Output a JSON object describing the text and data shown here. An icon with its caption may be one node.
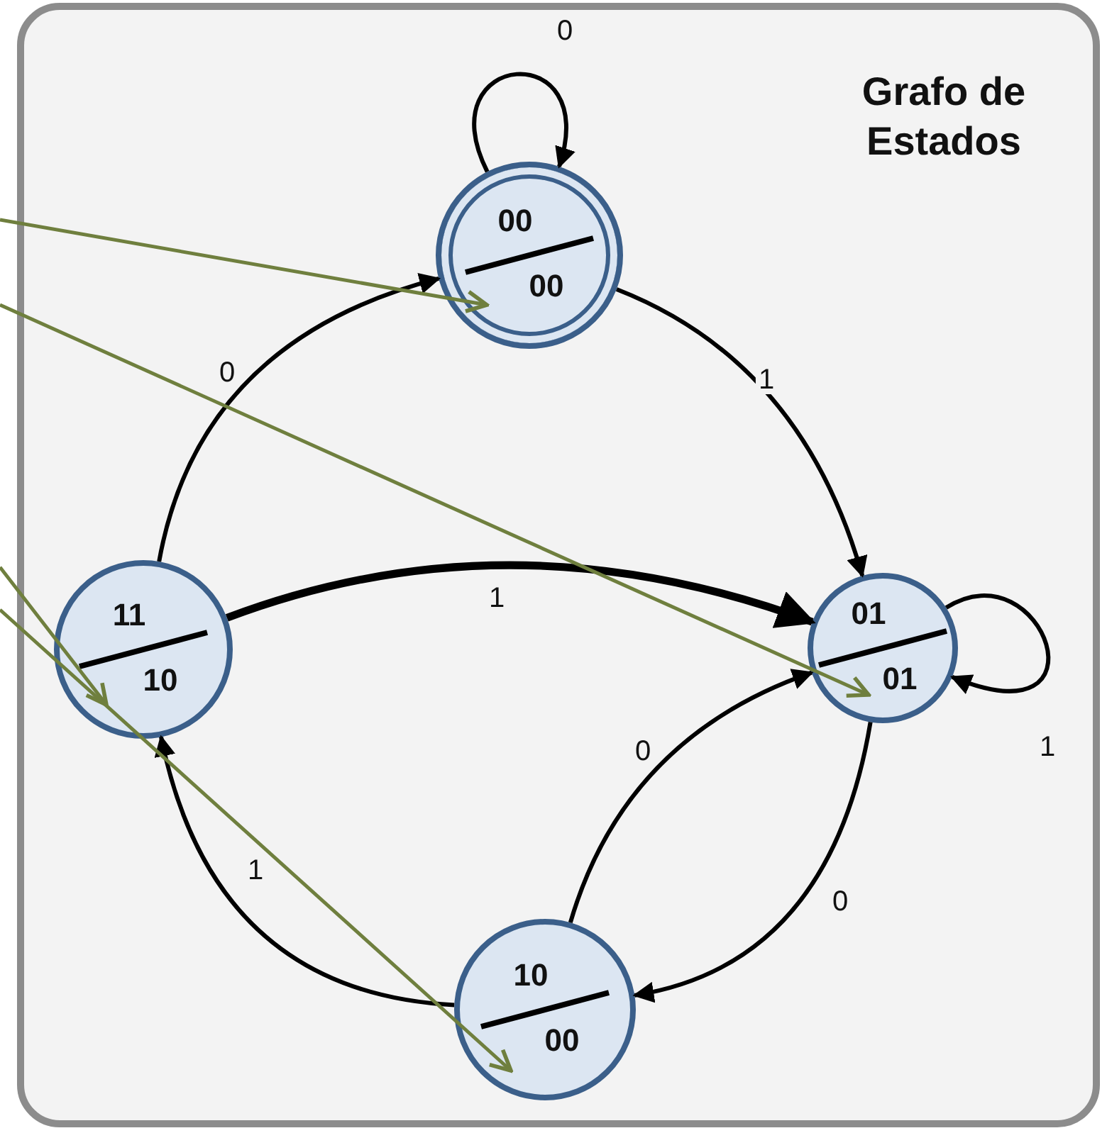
{
  "diagram": {
    "nodes": [
      {
        "text": [
          "Grafo de Estados"
        ]
      },
      {
        "text": [
          "00",
          "00"
        ],
        "in": 0
      },
      {
        "text": [
          "01",
          "01"
        ],
        "in": 0
      },
      {
        "text": [
          "11",
          "10"
        ],
        "in": 0
      },
      {
        "text": [
          "10",
          "00"
        ],
        "in": 0
      }
    ],
    "edges": [
      {
        "from": 1,
        "to": 1,
        "arrow": "to",
        "label": "0"
      },
      {
        "from": 1,
        "to": 2,
        "arrow": "to",
        "label": "1"
      },
      {
        "from": 2,
        "to": 2,
        "arrow": "to",
        "label": "1"
      },
      {
        "from": 2,
        "to": 4,
        "arrow": "to",
        "label": "0"
      },
      {
        "from": 4,
        "to": 2,
        "arrow": "to",
        "label": "0"
      },
      {
        "from": 4,
        "to": 3,
        "arrow": "to",
        "label": "1"
      },
      {
        "from": 3,
        "to": 1,
        "arrow": "to",
        "label": "0"
      },
      {
        "from": 3,
        "to": 2,
        "arrow": "to",
        "label": "1",
        "style": "thick"
      },
      {
        "from": null,
        "to": 1,
        "arrow": "to",
        "color": "#6f7f3e"
      },
      {
        "from": null,
        "to": 2,
        "arrow": "to",
        "color": "#6f7f3e"
      },
      {
        "from": null,
        "to": 3,
        "arrow": "to",
        "color": "#6f7f3e"
      },
      {
        "from": null,
        "to": 4,
        "arrow": "to",
        "color": "#6f7f3e"
      }
    ]
  }
}
